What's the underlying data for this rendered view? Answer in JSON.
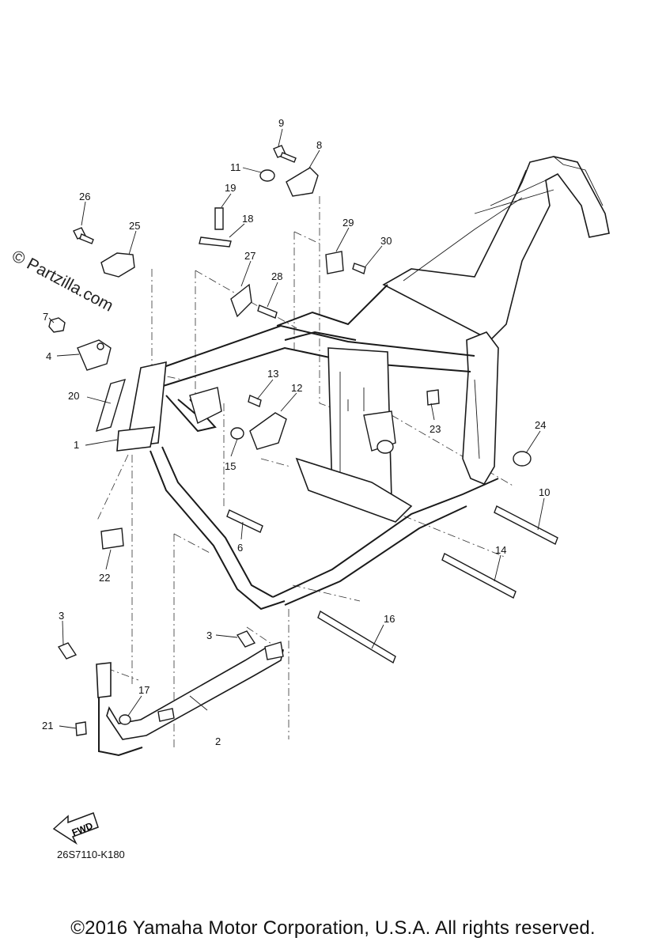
{
  "watermark": "© Partzilla.com",
  "diagram_code": "26S7110-K180",
  "copyright": "©2016 Yamaha Motor Corporation, U.S.A. All rights reserved.",
  "fwd_label": "FWD",
  "callouts": [
    "1",
    "2",
    "3",
    "3",
    "4",
    "6",
    "7",
    "8",
    "9",
    "10",
    "11",
    "12",
    "13",
    "14",
    "15",
    "16",
    "17",
    "18",
    "19",
    "20",
    "21",
    "22",
    "23",
    "24",
    "25",
    "26",
    "27",
    "28",
    "29",
    "30"
  ]
}
